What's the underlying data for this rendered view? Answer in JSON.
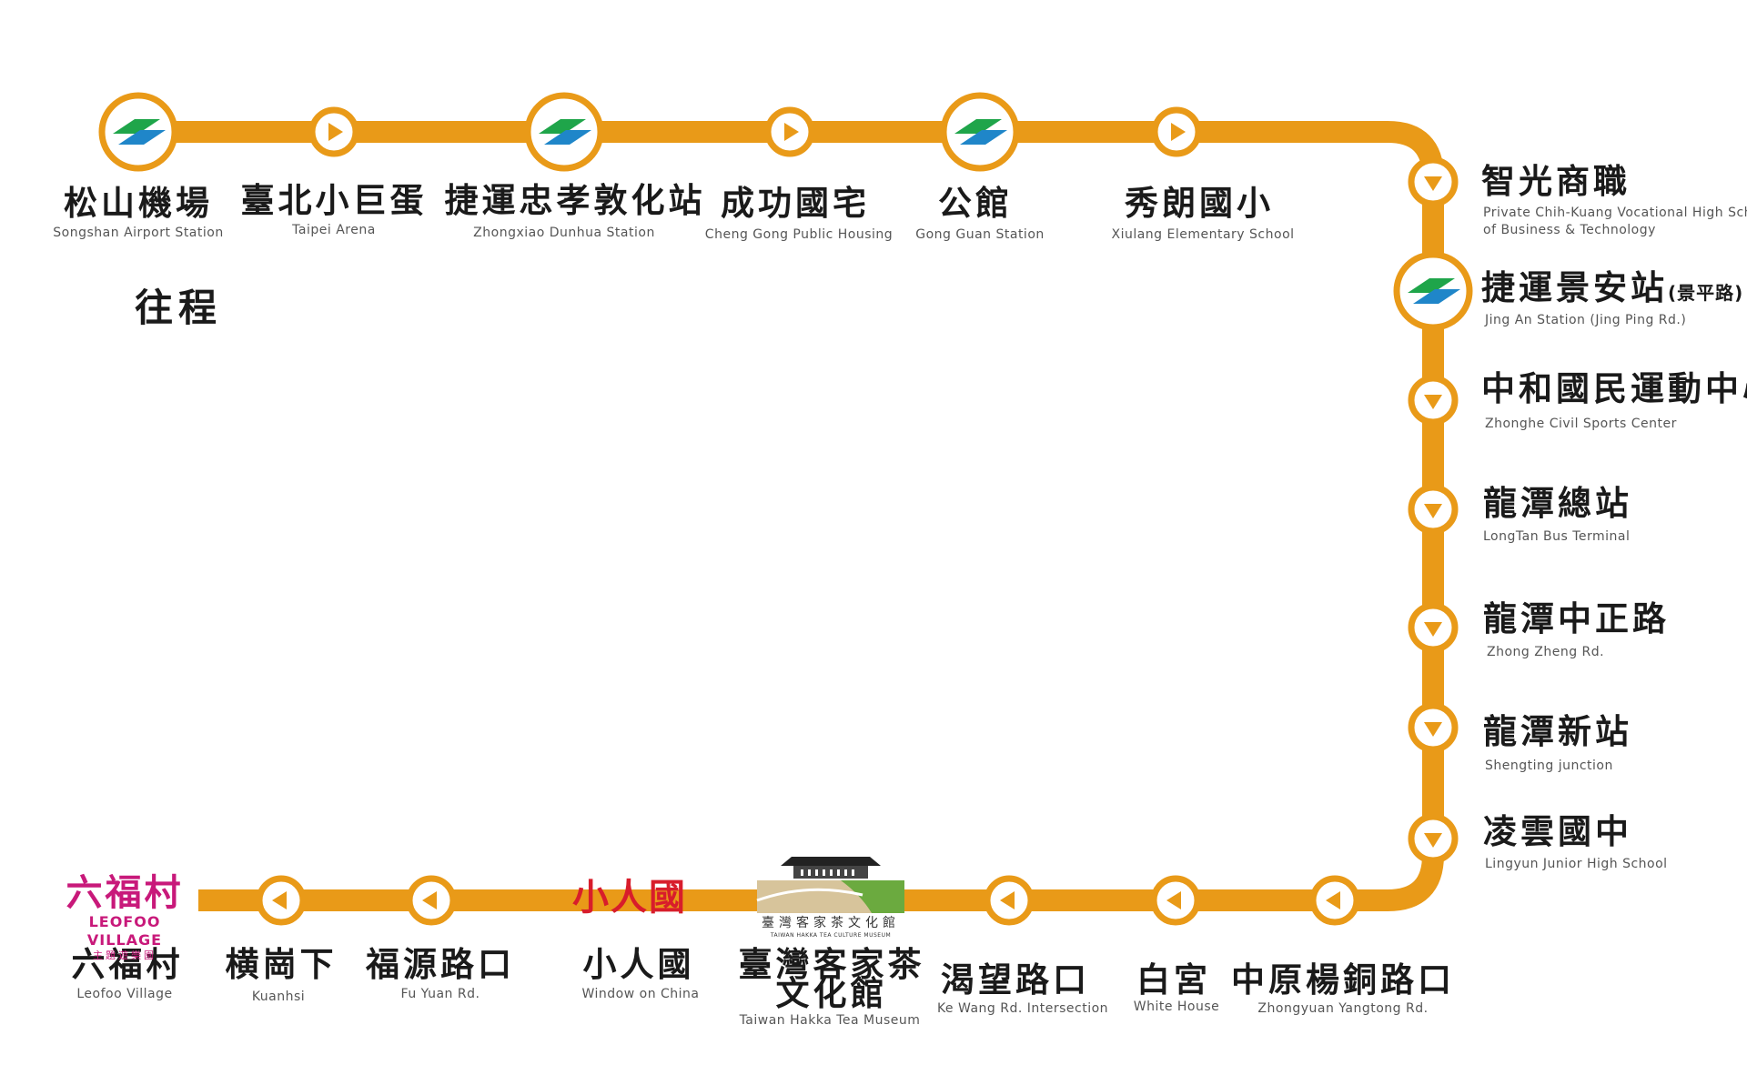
{
  "direction_label": "往程",
  "colors": {
    "route_line": "#E99A18",
    "stop_ring": "#E99A18",
    "mrt_logo_green": "#1FA54A",
    "mrt_logo_blue": "#1F86C9",
    "leofoo_brand": "#C8197A",
    "window_brand": "#D81D2B"
  },
  "stops": [
    {
      "zh": "松山機場",
      "en": "Songshan Airport Station",
      "icon": "mrt-logo"
    },
    {
      "zh": "臺北小巨蛋",
      "en": "Taipei Arena",
      "icon": "arrow-right"
    },
    {
      "zh": "捷運忠孝敦化站",
      "en": "Zhongxiao Dunhua Station",
      "icon": "mrt-logo"
    },
    {
      "zh": "成功國宅",
      "en": "Cheng Gong Public Housing",
      "icon": "arrow-right"
    },
    {
      "zh": "公館",
      "en": "Gong Guan Station",
      "icon": "mrt-logo"
    },
    {
      "zh": "秀朗國小",
      "en": "Xiulang Elementary School",
      "icon": "arrow-right"
    },
    {
      "zh": "智光商職",
      "en": "Private Chih-Kuang Vocational High School",
      "en2": "of Business & Technology",
      "icon": "arrow-down"
    },
    {
      "zh": "捷運景安站",
      "zh_suffix": "(景平路)",
      "en": "Jing An Station (Jing Ping Rd.)",
      "icon": "mrt-logo"
    },
    {
      "zh": "中和國民運動中心",
      "en": "Zhonghe Civil Sports Center",
      "icon": "arrow-down"
    },
    {
      "zh": "龍潭總站",
      "en": "LongTan Bus Terminal",
      "icon": "arrow-down"
    },
    {
      "zh": "龍潭中正路",
      "en": "Zhong Zheng Rd.",
      "icon": "arrow-down"
    },
    {
      "zh": "龍潭新站",
      "en": "Shengting junction",
      "icon": "arrow-down"
    },
    {
      "zh": "凌雲國中",
      "en": "Lingyun Junior High School",
      "icon": "arrow-down"
    },
    {
      "zh": "中原楊銅路口",
      "en": "Zhongyuan Yangtong Rd.",
      "icon": "arrow-left"
    },
    {
      "zh": "白宮",
      "en": "White House",
      "icon": "arrow-left"
    },
    {
      "zh": "渴望路口",
      "en": "Ke Wang Rd. Intersection",
      "icon": "arrow-left"
    },
    {
      "zh": "臺灣客家茶",
      "zh2": "文化館",
      "en": "Taiwan Hakka Tea Museum",
      "icon": "hakka-museum-logo"
    },
    {
      "zh": "小人國",
      "en": "Window on China",
      "icon": "window-on-china-logo"
    },
    {
      "zh": "福源路口",
      "en": "Fu Yuan Rd.",
      "icon": "arrow-left"
    },
    {
      "zh": "横崗下",
      "en": "Kuanhsi",
      "icon": "arrow-left"
    },
    {
      "zh": "六福村",
      "en": "Leofoo Village",
      "icon": "leofoo-logo"
    }
  ],
  "logos": {
    "leofoo": {
      "zh": "六福村",
      "en": "LEOFOO VILLAGE",
      "sub": "主題遊樂園"
    },
    "window_on_china": {
      "zh": "小人國"
    },
    "hakka_museum": {
      "zh": "臺灣客家茶文化館",
      "en": "TAIWAN HAKKA TEA CULTURE MUSEUM"
    }
  }
}
